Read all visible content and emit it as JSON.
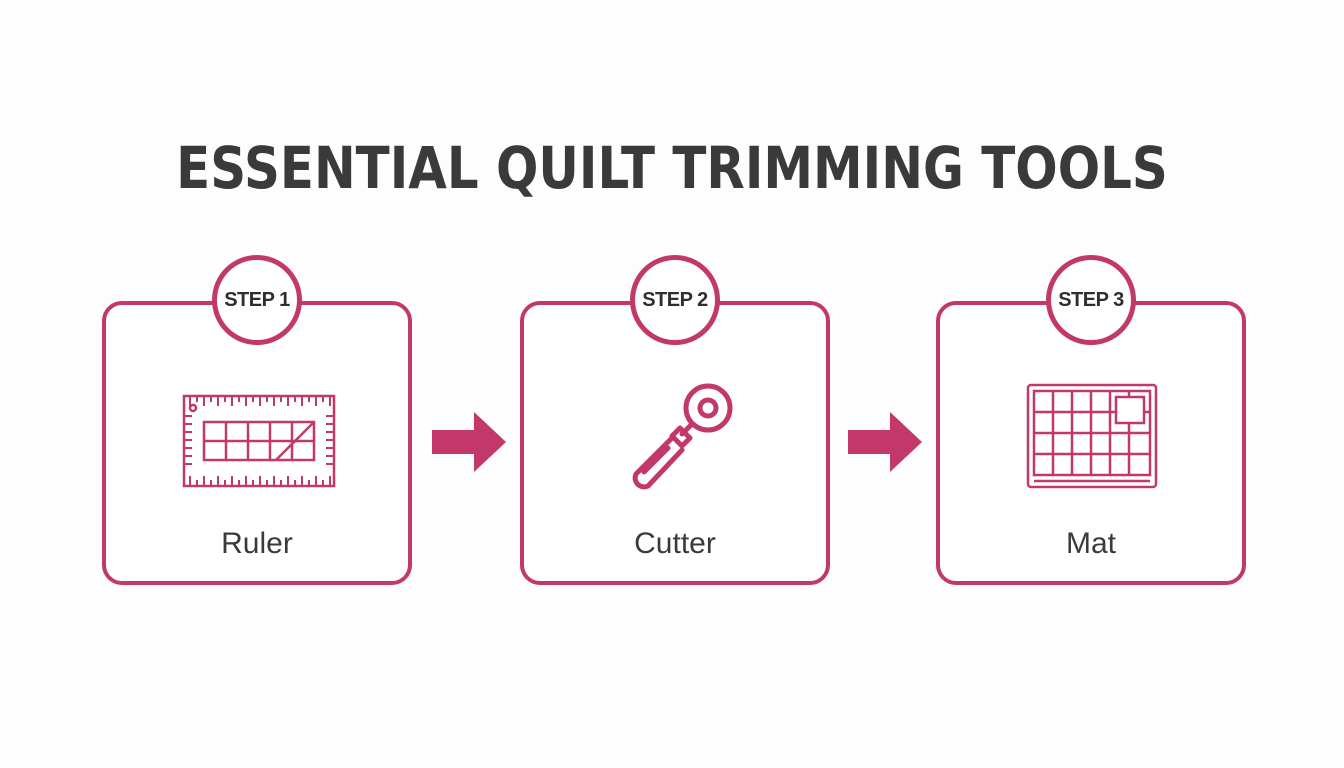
{
  "title": "ESSENTIAL QUILT TRIMMING TOOLS",
  "accent_color": "#c2386b",
  "steps": [
    {
      "badge": "STEP 1",
      "label": "Ruler",
      "icon": "ruler-icon"
    },
    {
      "badge": "STEP 2",
      "label": "Cutter",
      "icon": "rotary-cutter-icon"
    },
    {
      "badge": "STEP 3",
      "label": "Mat",
      "icon": "cutting-mat-icon"
    }
  ]
}
